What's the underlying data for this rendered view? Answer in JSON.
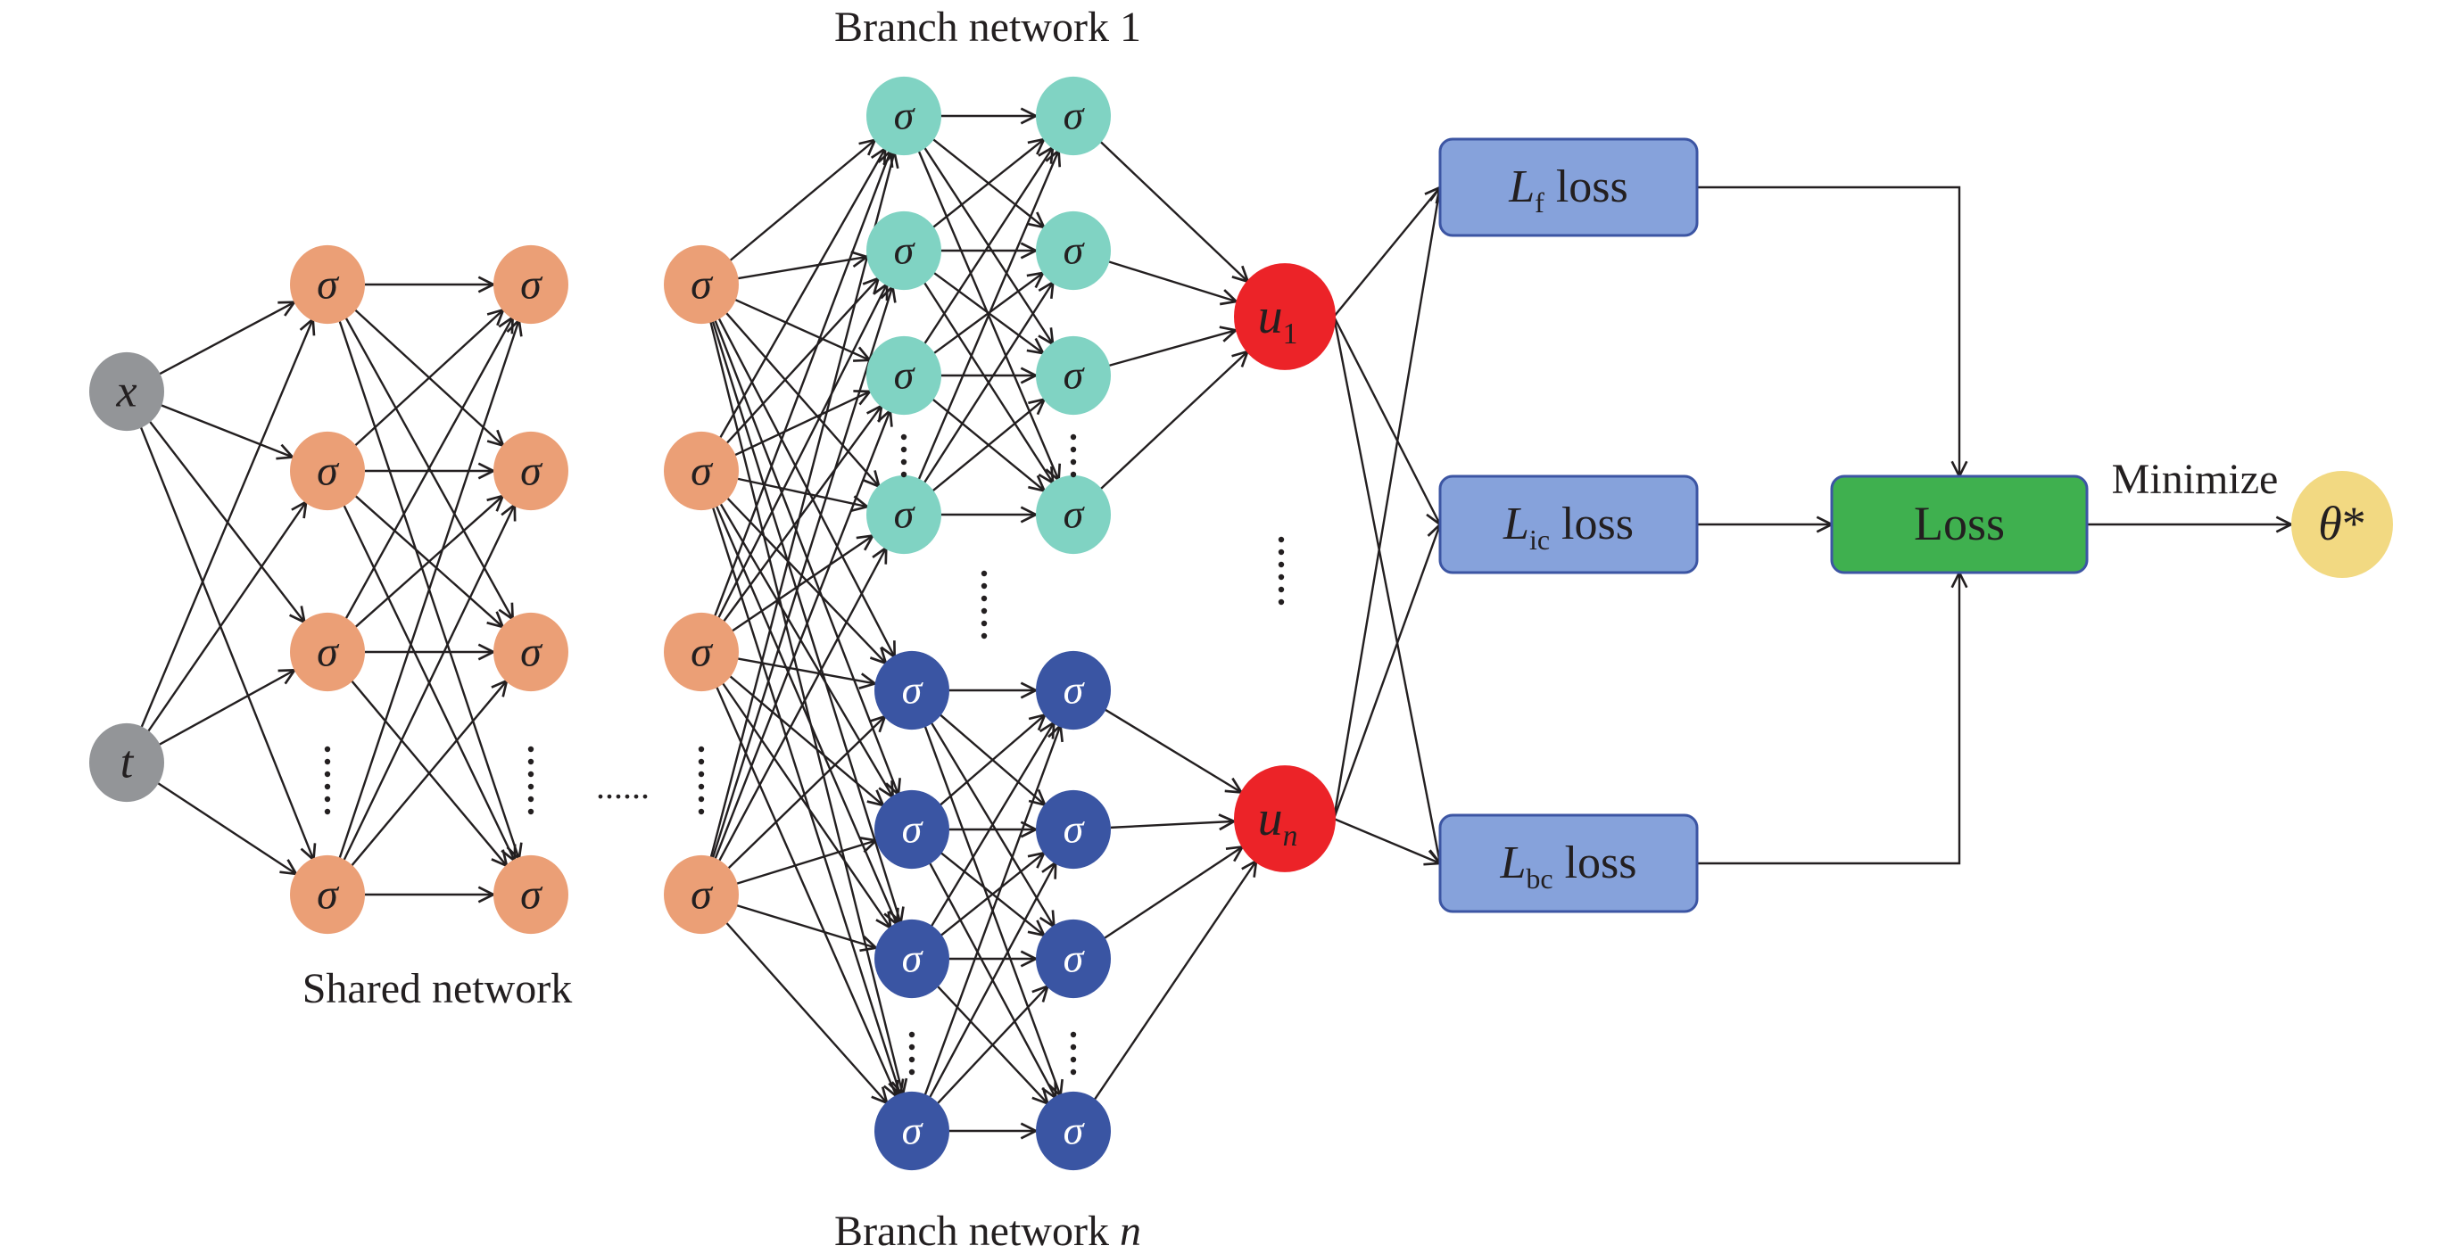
{
  "title": "Multi-branch PINN architecture",
  "labels": {
    "shared_network": "Shared network",
    "branch_1": "Branch network 1",
    "branch_n_prefix": "Branch network ",
    "branch_n_suffix": "n",
    "minimize": "Minimize",
    "loss": "Loss",
    "ellipsis_h": "......"
  },
  "inputs": [
    {
      "id": "x",
      "symbol": "x"
    },
    {
      "id": "t",
      "symbol": "t"
    }
  ],
  "activation_symbol": "σ",
  "outputs": [
    {
      "id": "u1",
      "symbol": "u",
      "subscript": "1"
    },
    {
      "id": "un",
      "symbol": "u",
      "subscript": "n"
    }
  ],
  "loss_terms": [
    {
      "id": "lf",
      "symbol": "L",
      "subscript": "f",
      "suffix": " loss"
    },
    {
      "id": "lic",
      "symbol": "L",
      "subscript": "ic",
      "suffix": " loss"
    },
    {
      "id": "lbc",
      "symbol": "L",
      "subscript": "bc",
      "suffix": " loss"
    }
  ],
  "result": {
    "symbol": "θ",
    "suffix": "*"
  },
  "colors": {
    "input": "#939598",
    "shared": "#eb9f76",
    "branch1": "#80d3c3",
    "branchn": "#3a55a3",
    "output": "#ec2328",
    "loss_term": "#86a2db",
    "loss_term_border": "#3c55a3",
    "loss_total": "#3fb04f",
    "result": "#f2d982",
    "edge": "#231f20"
  }
}
